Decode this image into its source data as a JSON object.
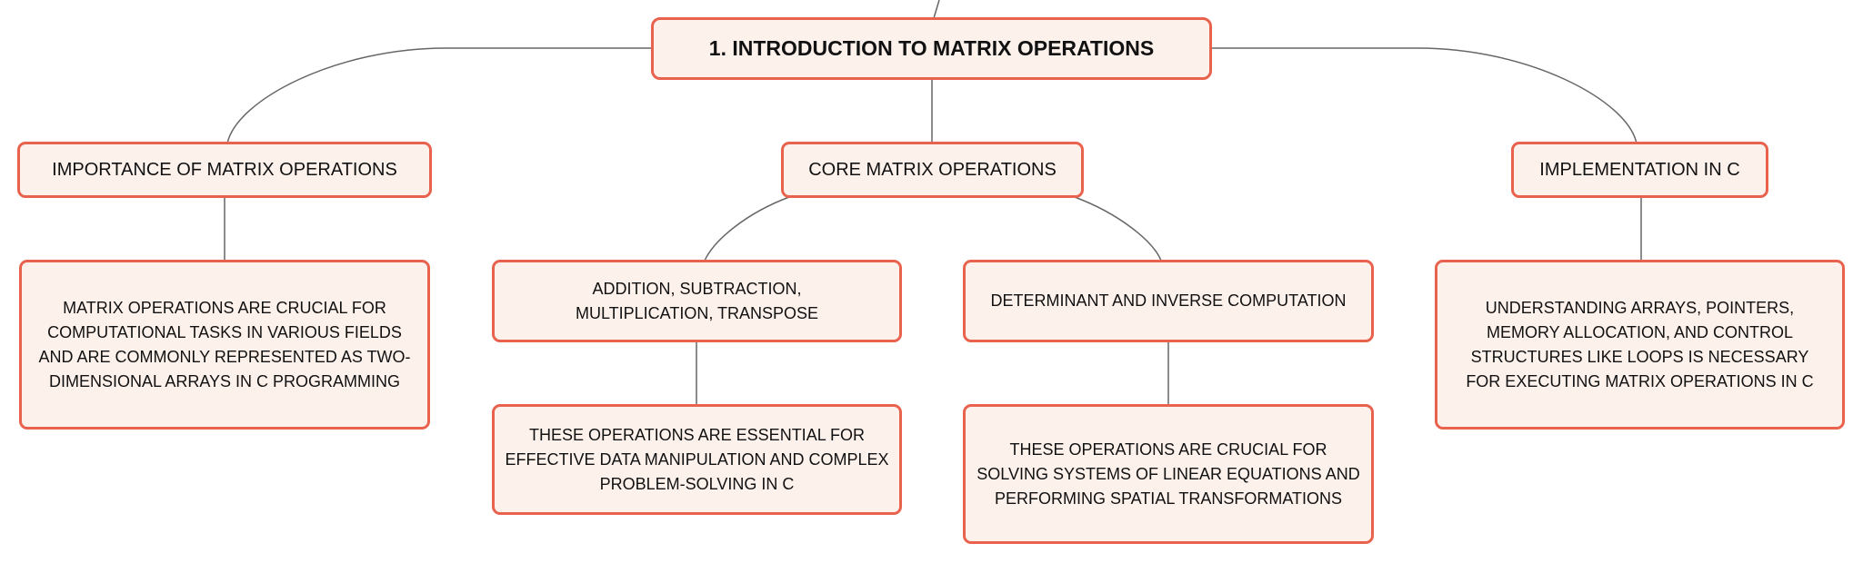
{
  "colors": {
    "node_border": "#e8624e",
    "node_fill": "#fdf1ec",
    "connector": "#666666",
    "text": "#111111"
  },
  "root": {
    "title": "1. Introduction to Matrix Operations"
  },
  "branches": [
    {
      "label": "Importance of Matrix Operations",
      "children": [
        {
          "text": "Matrix operations are crucial for computational tasks in various fields and are commonly represented as two-dimensional arrays in C programming"
        }
      ]
    },
    {
      "label": "Core Matrix Operations",
      "children": [
        {
          "text": "Addition, Subtraction, Multiplication, Transpose",
          "children": [
            {
              "text": "These operations are essential for effective data manipulation and complex problem-solving in C"
            }
          ]
        },
        {
          "text": "Determinant and Inverse Computation",
          "children": [
            {
              "text": "These operations are crucial for solving systems of linear equations and performing spatial transformations"
            }
          ]
        }
      ]
    },
    {
      "label": "Implementation in C",
      "children": [
        {
          "text": "Understanding arrays, pointers, memory allocation, and control structures like loops is necessary for executing matrix operations in C"
        }
      ]
    }
  ]
}
